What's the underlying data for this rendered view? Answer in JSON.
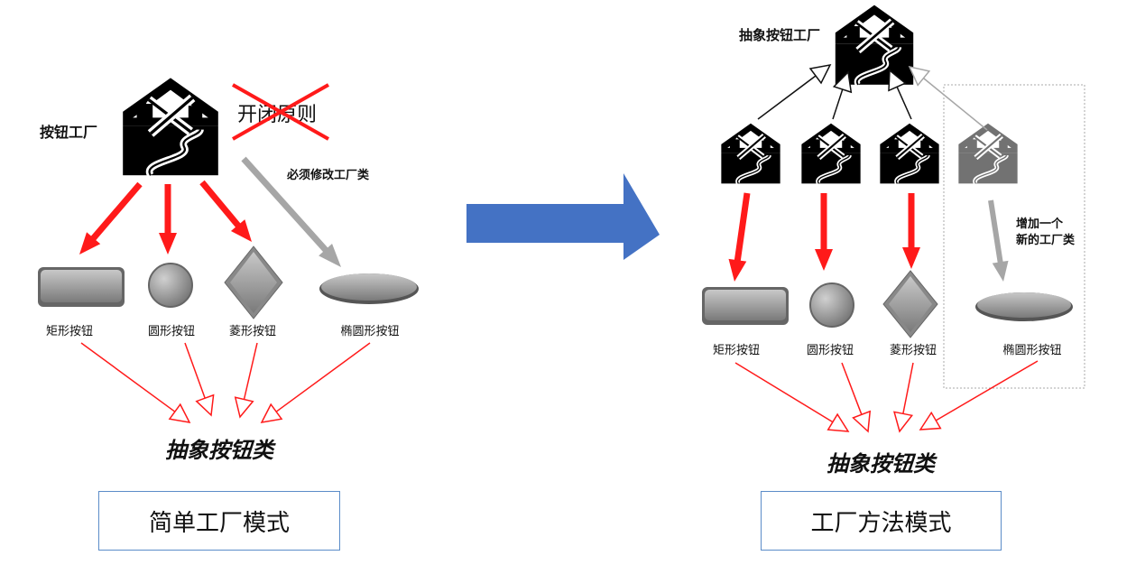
{
  "left": {
    "factory_label": "按钮工厂",
    "crossed_principle": "开闭原则",
    "modify_note": "必须修改工厂类",
    "buttons": [
      "矩形按钮",
      "圆形按钮",
      "菱形按钮",
      "椭圆形按钮"
    ],
    "abstract_class": "抽象按钮类",
    "caption": "简单工厂模式"
  },
  "right": {
    "abstract_factory_label": "抽象按钮工厂",
    "new_factory_note_line1": "增加一个",
    "new_factory_note_line2": "新的工厂类",
    "buttons": [
      "矩形按钮",
      "圆形按钮",
      "菱形按钮",
      "椭圆形按钮"
    ],
    "abstract_class": "抽象按钮类",
    "caption": "工厂方法模式"
  },
  "colors": {
    "red_arrow": "#ff1a1a",
    "gray_arrow": "#a6a6a6",
    "transition_arrow": "#4472c4",
    "caption_border": "#5b8cc8"
  }
}
